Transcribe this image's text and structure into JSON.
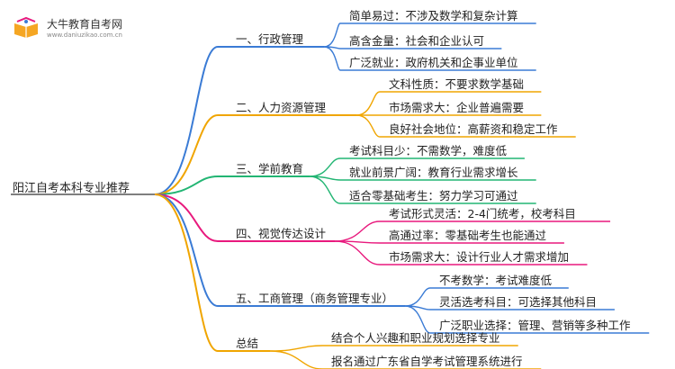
{
  "logo": {
    "title": "大牛教育自考网",
    "subtitle": "www.daniuzikao.com.cn"
  },
  "root": "阳江自考本科专业推荐",
  "branches": [
    {
      "label": "一、行政管理",
      "color": "#3a7bd5",
      "leaves": [
        "简单易过：不涉及数学和复杂计算",
        "高含金量：社会和企业认可",
        "广泛就业：政府机关和企事业单位"
      ]
    },
    {
      "label": "二、人力资源管理",
      "color": "#f0a500",
      "leaves": [
        "文科性质：不要求数学基础",
        "市场需求大：企业普遍需要",
        "良好社会地位：高薪资和稳定工作"
      ]
    },
    {
      "label": "三、学前教育",
      "color": "#22b573",
      "leaves": [
        "考试科目少：不需数学，难度低",
        "就业前景广阔：教育行业需求增长",
        "适合零基础考生：努力学习可通过"
      ]
    },
    {
      "label": "四、视觉传达设计",
      "color": "#e8197d",
      "leaves": [
        "考试形式灵活：2-4门统考，校考科目",
        "高通过率：零基础考生也能通过",
        "市场需求大：设计行业人才需求增加"
      ]
    },
    {
      "label": "五、工商管理（商务管理专业）",
      "color": "#3a7bd5",
      "leaves": [
        "不考数学：考试难度低",
        "灵活选考科目：可选择其他科目",
        "广泛职业选择：管理、营销等多种工作"
      ]
    },
    {
      "label": "总结",
      "color": "#f0a500",
      "leaves": [
        "结合个人兴趣和职业规划选择专业",
        "报名通过广东省自学考试管理系统进行"
      ]
    }
  ]
}
